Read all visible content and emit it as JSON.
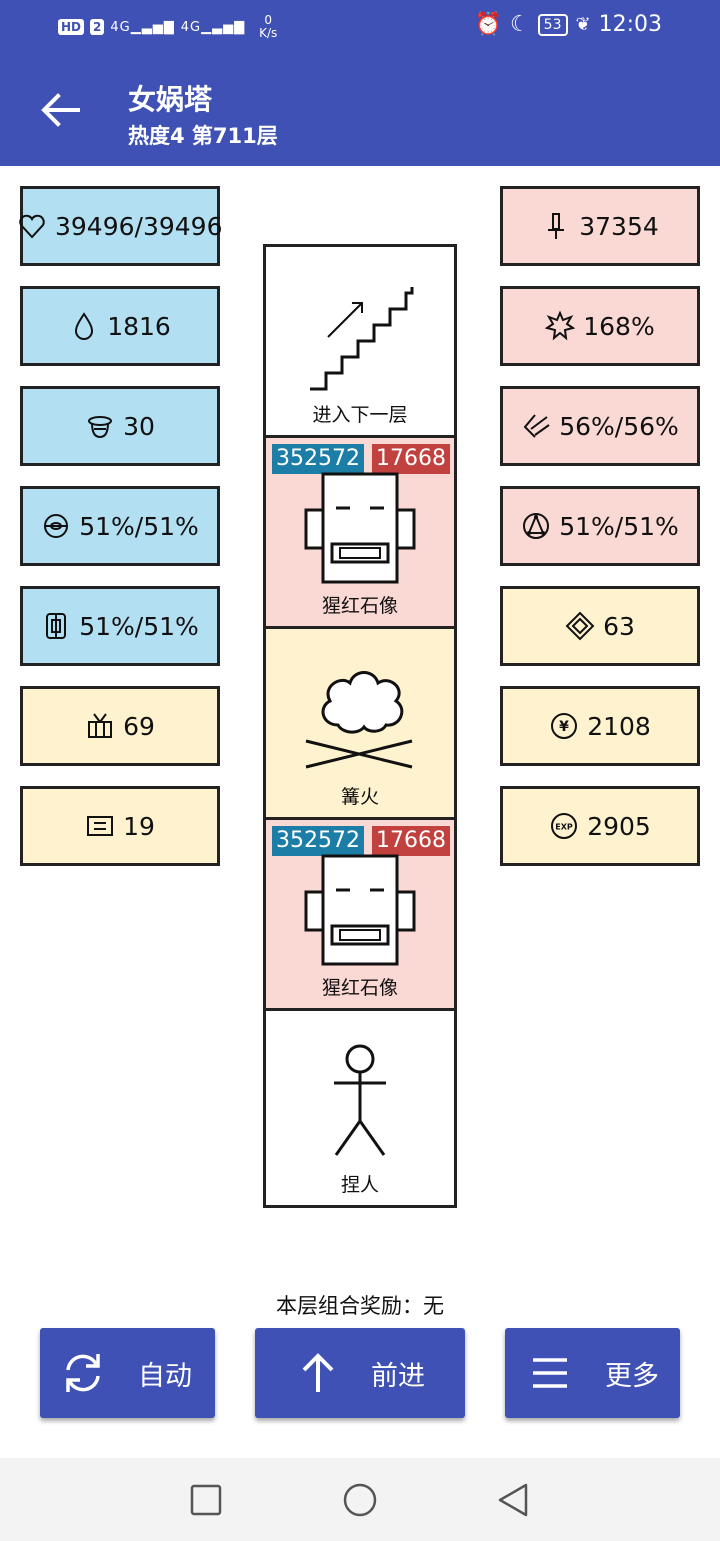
{
  "status_bar": {
    "hd": "HD",
    "sim": "2",
    "net1": "4G",
    "net2": "4G",
    "speed_value": "0",
    "speed_unit": "K/s",
    "battery": "53",
    "time": "12:03"
  },
  "header": {
    "title": "女娲塔",
    "subtitle": "热度4 第711层"
  },
  "left_stats": [
    {
      "icon": "heart-icon",
      "value": "39496/39496"
    },
    {
      "icon": "drop-icon",
      "value": "1816"
    },
    {
      "icon": "helmet-icon",
      "value": "30"
    },
    {
      "icon": "orb-icon",
      "value": "51%/51%"
    },
    {
      "icon": "shield-icon",
      "value": "51%/51%"
    },
    {
      "icon": "basket-icon",
      "value": "69"
    },
    {
      "icon": "card-icon",
      "value": "19"
    }
  ],
  "right_stats": [
    {
      "icon": "sword-icon",
      "value": "37354"
    },
    {
      "icon": "burst-icon",
      "value": "168%"
    },
    {
      "icon": "slash-icon",
      "value": "56%/56%"
    },
    {
      "icon": "pentacle-icon",
      "value": "51%/51%"
    },
    {
      "icon": "diamond-icon",
      "value": "63"
    },
    {
      "icon": "yen-coin-icon",
      "value": "2108"
    },
    {
      "icon": "exp-icon",
      "value": "2905"
    }
  ],
  "tower": {
    "cells": [
      {
        "type": "stairs",
        "label": "进入下一层"
      },
      {
        "type": "enemy",
        "label": "猩红石像",
        "hp": "352572",
        "atk": "17668"
      },
      {
        "type": "campfire",
        "label": "篝火"
      },
      {
        "type": "enemy",
        "label": "猩红石像",
        "hp": "352572",
        "atk": "17668"
      },
      {
        "type": "player",
        "label": "捏人"
      }
    ]
  },
  "combo_bonus": "本层组合奖励：无",
  "buttons": {
    "auto": "自动",
    "forward": "前进",
    "more": "更多"
  },
  "colors": {
    "primary": "#3f51b5",
    "blue_stat": "#b3dff2",
    "pink_stat": "#fad9d5",
    "yellow_stat": "#fff3cf",
    "hp_badge": "#1c7ea6",
    "atk_badge": "#c0413d"
  }
}
